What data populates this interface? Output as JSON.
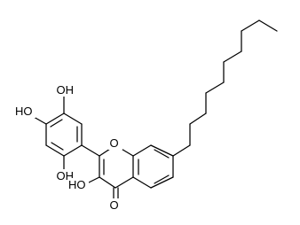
{
  "structure": {
    "atom_labels": {
      "oh_top": "OH",
      "ho_left": "HO",
      "oh_bottom_ring": "OH",
      "ring_oxygen": "O",
      "ho_3": "HO",
      "carbonyl_oxygen": "O"
    }
  },
  "colors": {
    "bond": "#000000",
    "background": "#ffffff"
  }
}
